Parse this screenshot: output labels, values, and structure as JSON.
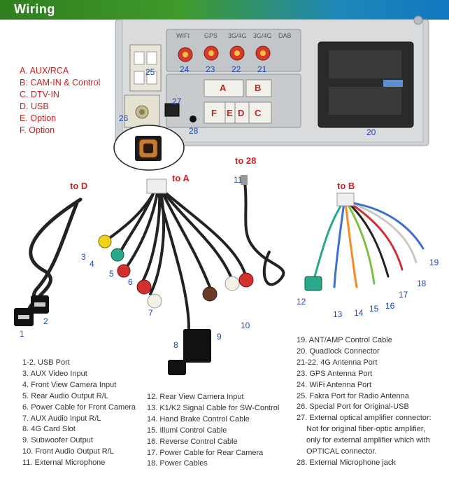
{
  "header": {
    "title": "Wiring"
  },
  "legend": [
    "A. AUX/RCA",
    "B: CAM-IN & Control",
    "C. DTV-IN",
    "D. USB",
    "E. Option",
    "F. Option"
  ],
  "antenna_labels": [
    "WIFI",
    "GPS",
    "3G/4G",
    "3G/4G",
    "DAB"
  ],
  "port_letters": {
    "a": "A",
    "b": "B",
    "f": "F",
    "e": "E",
    "d": "D",
    "c": "C"
  },
  "device_numbers": {
    "n24": "24",
    "n23": "23",
    "n22": "22",
    "n21": "21",
    "n25": "25",
    "n26": "26",
    "n27": "27",
    "n28": "28",
    "n20": "20"
  },
  "callouts": {
    "to_d": "to D",
    "to_a": "to A",
    "to_28": "to 28",
    "to_b": "to B"
  },
  "cable_numbers": {
    "n1": "1",
    "n2": "2",
    "n3": "3",
    "n4": "4",
    "n5": "5",
    "n6": "6",
    "n7": "7",
    "n8": "8",
    "n9": "9",
    "n10": "10",
    "n11": "11",
    "n12": "12",
    "n13": "13",
    "n14": "14",
    "n15": "15",
    "n16": "16",
    "n17": "17",
    "n18": "18",
    "n19": "19"
  },
  "descriptions": {
    "left": [
      "1-2. USB Port",
      "3. AUX Video Input",
      "4. Front View Camera Input",
      "5. Rear Audio Output R/L",
      "6. Power Cable for Front Camera",
      "7. AUX Audio Input R/L",
      "8. 4G Card Slot",
      "9. Subwoofer Output",
      "10. Front Audio Output R/L",
      "11. External Microphone"
    ],
    "middle": [
      "12. Rear View Camera Input",
      "13. K1/K2 Signal Cable for SW-Control",
      "14. Hand Brake Control Cable",
      "15. Illumi Control Cable",
      "16. Reverse Control Cable",
      "17. Power Cable for Rear Camera",
      "18. Power Cables"
    ],
    "right": [
      "19. ANT/AMP Control Cable",
      "20. Quadlock Connector",
      "21-22. 4G Antenna Port",
      "23. GPS Antenna Port",
      "24. WiFi Antenna Port",
      "25. Fakra Port for Radio Antenna",
      "26. Special Port for Original-USB",
      "27. External optical amplifier connector:",
      "Not for original fiber-optic amplifier,",
      "only for external amplifier which with",
      "OPTICAL connector.",
      "28. External Microphone jack"
    ]
  },
  "colors": {
    "banner_green": "#3f9a2a",
    "banner_blue": "#1177c0",
    "label_red": "#c8201e",
    "number_blue": "#1a47b8"
  }
}
